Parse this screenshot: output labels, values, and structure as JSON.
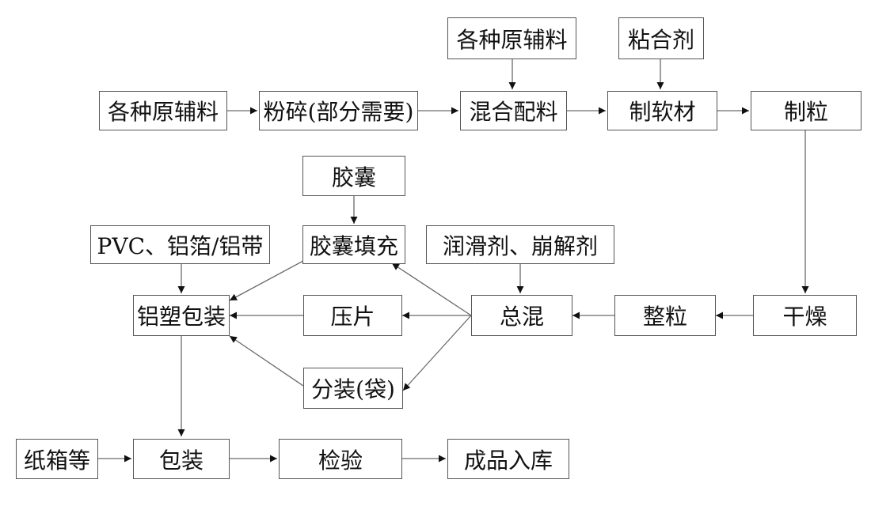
{
  "nodes": {
    "raw_materials_top": "各种原辅料",
    "binder": "粘合剂",
    "raw_materials_left": "各种原辅料",
    "crushing": "粉碎(部分需要)",
    "mixing": "混合配料",
    "soft_material": "制软材",
    "granulation": "制粒",
    "capsule": "胶囊",
    "packaging_materials": "PVC、铝箔/铝带",
    "capsule_filling": "胶囊填充",
    "lubricant_disintegrant": "润滑剂、崩解剂",
    "blister_packaging": "铝塑包装",
    "tablet_pressing": "压片",
    "final_mixing": "总混",
    "sizing": "整粒",
    "drying": "干燥",
    "bagging": "分装(袋)",
    "cartons": "纸箱等",
    "packing": "包装",
    "inspection": "检验",
    "warehousing": "成品入库"
  }
}
